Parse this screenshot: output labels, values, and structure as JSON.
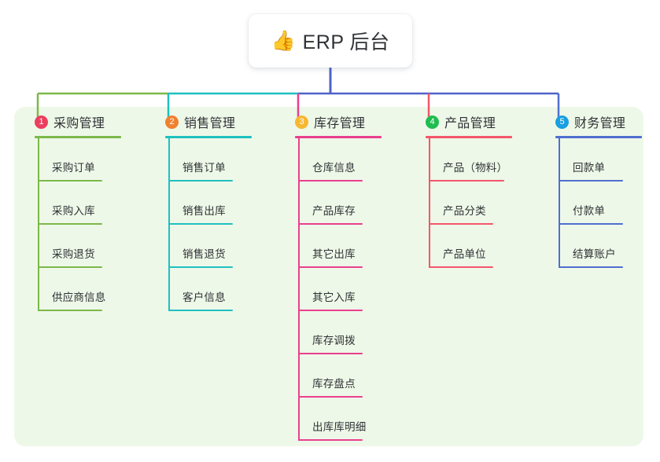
{
  "root": {
    "icon": "thumbs-up-icon",
    "icon_glyph": "👍",
    "title": "ERP 后台"
  },
  "panel": {
    "background_color": "#eef8e8"
  },
  "trunk_color": "#4f62c8",
  "columns": [
    {
      "number": "1",
      "title": "采购管理",
      "badge_color": "#ec3f5e",
      "line_color": "#7cb84a",
      "items": [
        "采购订单",
        "采购入库",
        "采购退货",
        "供应商信息"
      ]
    },
    {
      "number": "2",
      "title": "销售管理",
      "badge_color": "#f08030",
      "line_color": "#1fc0c0",
      "items": [
        "销售订单",
        "销售出库",
        "销售退货",
        "客户信息"
      ]
    },
    {
      "number": "3",
      "title": "库存管理",
      "badge_color": "#f7b731",
      "line_color": "#ea3f8e",
      "items": [
        "仓库信息",
        "产品库存",
        "其它出库",
        "其它入库",
        "库存调拨",
        "库存盘点",
        "出库库明细"
      ]
    },
    {
      "number": "4",
      "title": "产品管理",
      "badge_color": "#1fbd4f",
      "line_color": "#f4566a",
      "items": [
        "产品（物料）",
        "产品分类",
        "产品单位"
      ]
    },
    {
      "number": "5",
      "title": "财务管理",
      "badge_color": "#1a9fe0",
      "line_color": "#4f6fd0",
      "items": [
        "回款单",
        "付款单",
        "结算账户"
      ]
    }
  ]
}
